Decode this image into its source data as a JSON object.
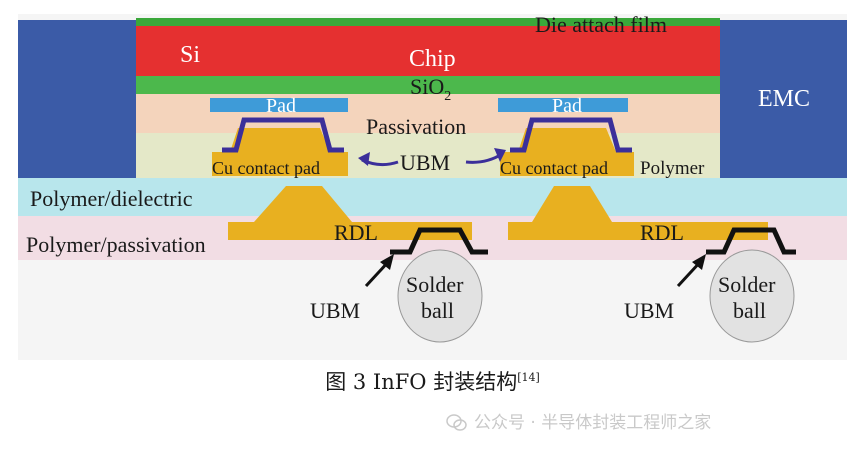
{
  "colors": {
    "emc": "#3b5ba7",
    "die_attach": "#3aa83a",
    "chip": "#e53030",
    "sio2": "#4cb84c",
    "pad": "#3e9bd8",
    "passivation": "#f4d4bc",
    "ubm": "#3b2f9a",
    "copper": "#e8b020",
    "polymer_top": "#e4e8c8",
    "dielectric": "#b8e6ec",
    "polymer_passivation": "#f2dde4",
    "solder_ball": "#e2e2e2",
    "base": "#f5f5f5"
  },
  "labels": {
    "die_attach": "Die attach film",
    "si": "Si",
    "chip": "Chip",
    "sio2_main": "SiO",
    "sio2_sub": "2",
    "emc": "EMC",
    "pad_left": "Pad",
    "pad_right": "Pad",
    "passivation": "Passivation",
    "cu_contact_left": "Cu contact pad",
    "cu_contact_right": "Cu contact pad",
    "ubm_center": "UBM",
    "polymer": "Polymer",
    "polymer_dielectric": "Polymer/dielectric",
    "polymer_passivation": "Polymer/passivation",
    "rdl_left": "RDL",
    "rdl_right": "RDL",
    "ubm_left": "UBM",
    "ubm_right": "UBM",
    "solder_ball_left_1": "Solder",
    "solder_ball_left_2": "ball",
    "solder_ball_right_1": "Solder",
    "solder_ball_right_2": "ball"
  },
  "caption": {
    "text": "图 3   InFO 封装结构",
    "ref": "[14]"
  },
  "watermark": {
    "icon": "wechat-icon",
    "text": "公众号 · 半导体封装工程师之家"
  }
}
